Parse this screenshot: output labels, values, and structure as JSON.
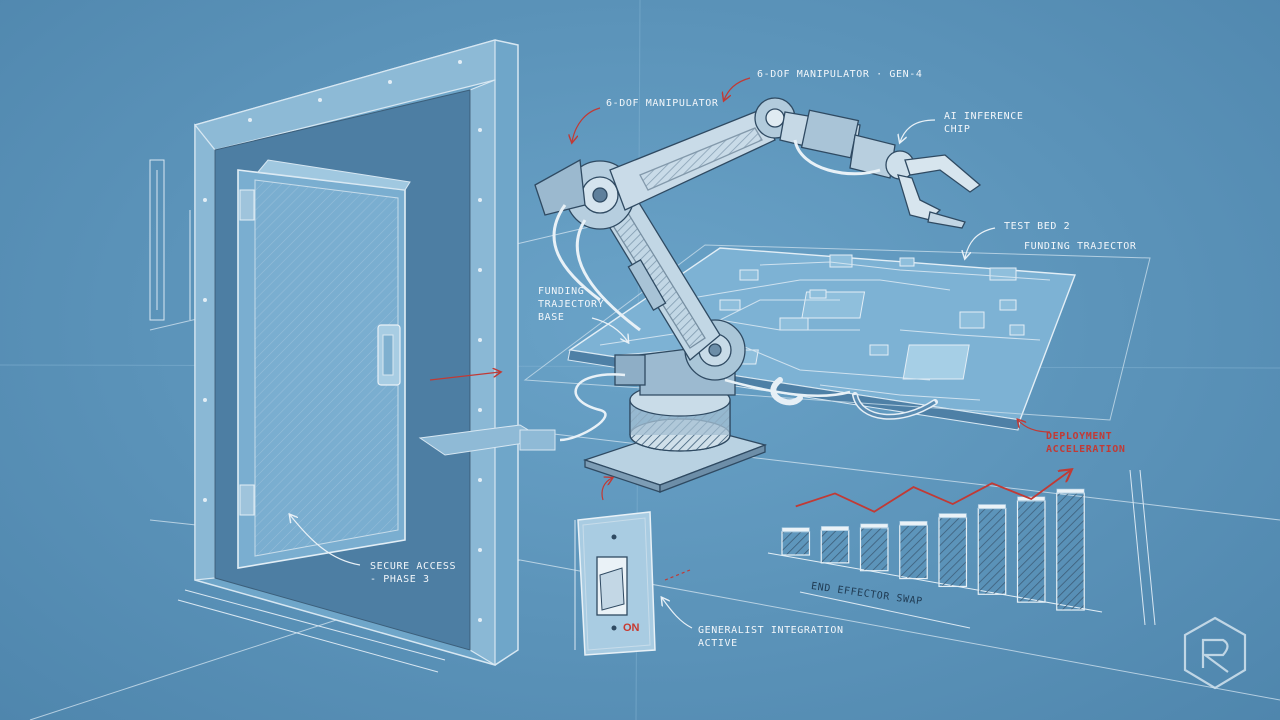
{
  "labels": {
    "manipulator_title": "6-DOF MANIPULATOR · GEN-4",
    "manipulator": "6-DOF MANIPULATOR",
    "ai_chip": "AI INFERENCE\nCHIP",
    "test_bed": "TEST BED 2",
    "funding_top": "FUNDING TRAJECTOR",
    "funding_left": "FUNDING\nTRAJECTORY\nBASE",
    "deployment": "DEPLOYMENT\nACCELERATION",
    "end_effector": "END EFFECTOR SWAP",
    "secure_access": "SECURE ACCESS\n- PHASE 3",
    "generalist": "GENERALIST INTEGRATION\nACTIVE",
    "switch_state": "ON"
  },
  "chart_data": {
    "type": "bar",
    "values": [
      18,
      25,
      33,
      41,
      53,
      66,
      78,
      90
    ],
    "line_values": [
      22,
      38,
      30,
      55,
      48,
      70,
      64,
      92
    ]
  },
  "colors": {
    "paper": "#5f98bd",
    "ink": "#e9f1f7",
    "shade": "#3e5f7a",
    "accent_red": "#c13a35"
  },
  "icons": {
    "logo": "hexagon-r-logo"
  }
}
